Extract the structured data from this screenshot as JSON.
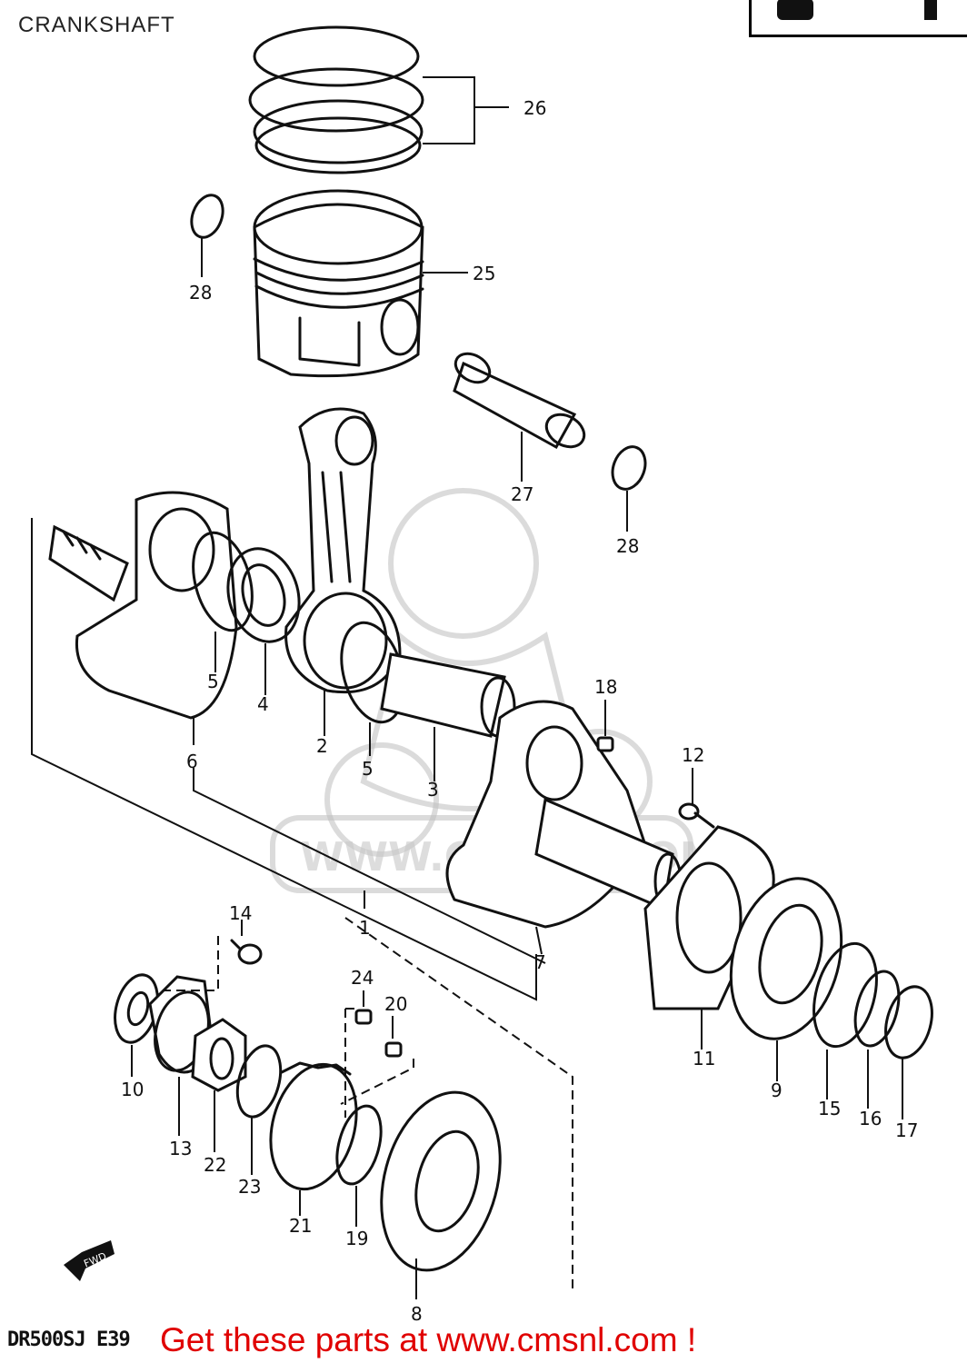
{
  "title": "CRANKSHAFT",
  "model_code": "DR500SJ  E39",
  "banner": "Get these parts at www.cmsnl.com !",
  "watermark": "WWW.CMSNL.COM",
  "fwd_label": "FWD",
  "banner_color": "#e00000",
  "callouts": [
    {
      "num": "1"
    },
    {
      "num": "2"
    },
    {
      "num": "3"
    },
    {
      "num": "4"
    },
    {
      "num": "5"
    },
    {
      "num": "5"
    },
    {
      "num": "6"
    },
    {
      "num": "7"
    },
    {
      "num": "8"
    },
    {
      "num": "9"
    },
    {
      "num": "10"
    },
    {
      "num": "11"
    },
    {
      "num": "12"
    },
    {
      "num": "13"
    },
    {
      "num": "14"
    },
    {
      "num": "15"
    },
    {
      "num": "16"
    },
    {
      "num": "17"
    },
    {
      "num": "18"
    },
    {
      "num": "19"
    },
    {
      "num": "20"
    },
    {
      "num": "21"
    },
    {
      "num": "22"
    },
    {
      "num": "23"
    },
    {
      "num": "24"
    },
    {
      "num": "25"
    },
    {
      "num": "26"
    },
    {
      "num": "27"
    },
    {
      "num": "28"
    },
    {
      "num": "28"
    }
  ]
}
